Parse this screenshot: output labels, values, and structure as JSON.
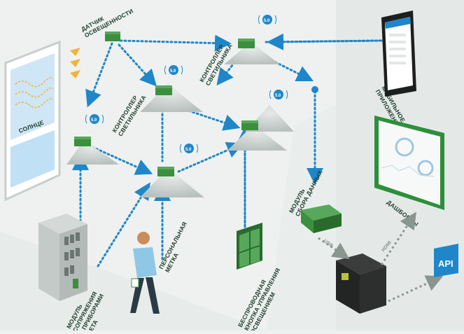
{
  "labels": {
    "sun": "СОЛНЦЕ",
    "light_sensor": [
      "ДАТЧИК",
      "ОСВЕЩЕННОСТИ"
    ],
    "controller_top": [
      "КОНТРОЛЛЕР",
      "СВЕТИЛЬНИКА"
    ],
    "controller_left": [
      "КОНТРОЛЛЕР",
      "СВЕТИЛЬНИКА"
    ],
    "mobile_app": [
      "МОБИЛЬНОЕ",
      "ПРИЛОЖЕНИЕ"
    ],
    "dashboards": "ДАШБОРДЫ",
    "data_module": [
      "МОДУЛЬ",
      "СБОРА ДАННЫХ"
    ],
    "usb": "USB",
    "hdmi": "HDMI",
    "api": "API",
    "interface_module": [
      "МОДУЛЬ",
      "СОПРЯЖЕНИЯ",
      "С ПРИБОРАМИ",
      "УЧЕТА"
    ],
    "personal_tag": [
      "ПЕРСОНАЛЬНАЯ",
      "МЕТКА"
    ],
    "wireless_button": [
      "БЕСПРОВОДНАЯ",
      "КНОПКА УПРАВЛЕНИЯ",
      "ОСВЕЩЕНИЕМ"
    ],
    "lamp_badge": "5.0"
  },
  "colors": {
    "link": "#1f86c9",
    "node_green": "#3c8f3f",
    "node_dark": "#2a6b2d",
    "lamp_cone": "#c9cfcd",
    "screen": "#2d8f3a",
    "floor": "#e3e8e6",
    "wall": "#d9dfdd"
  }
}
